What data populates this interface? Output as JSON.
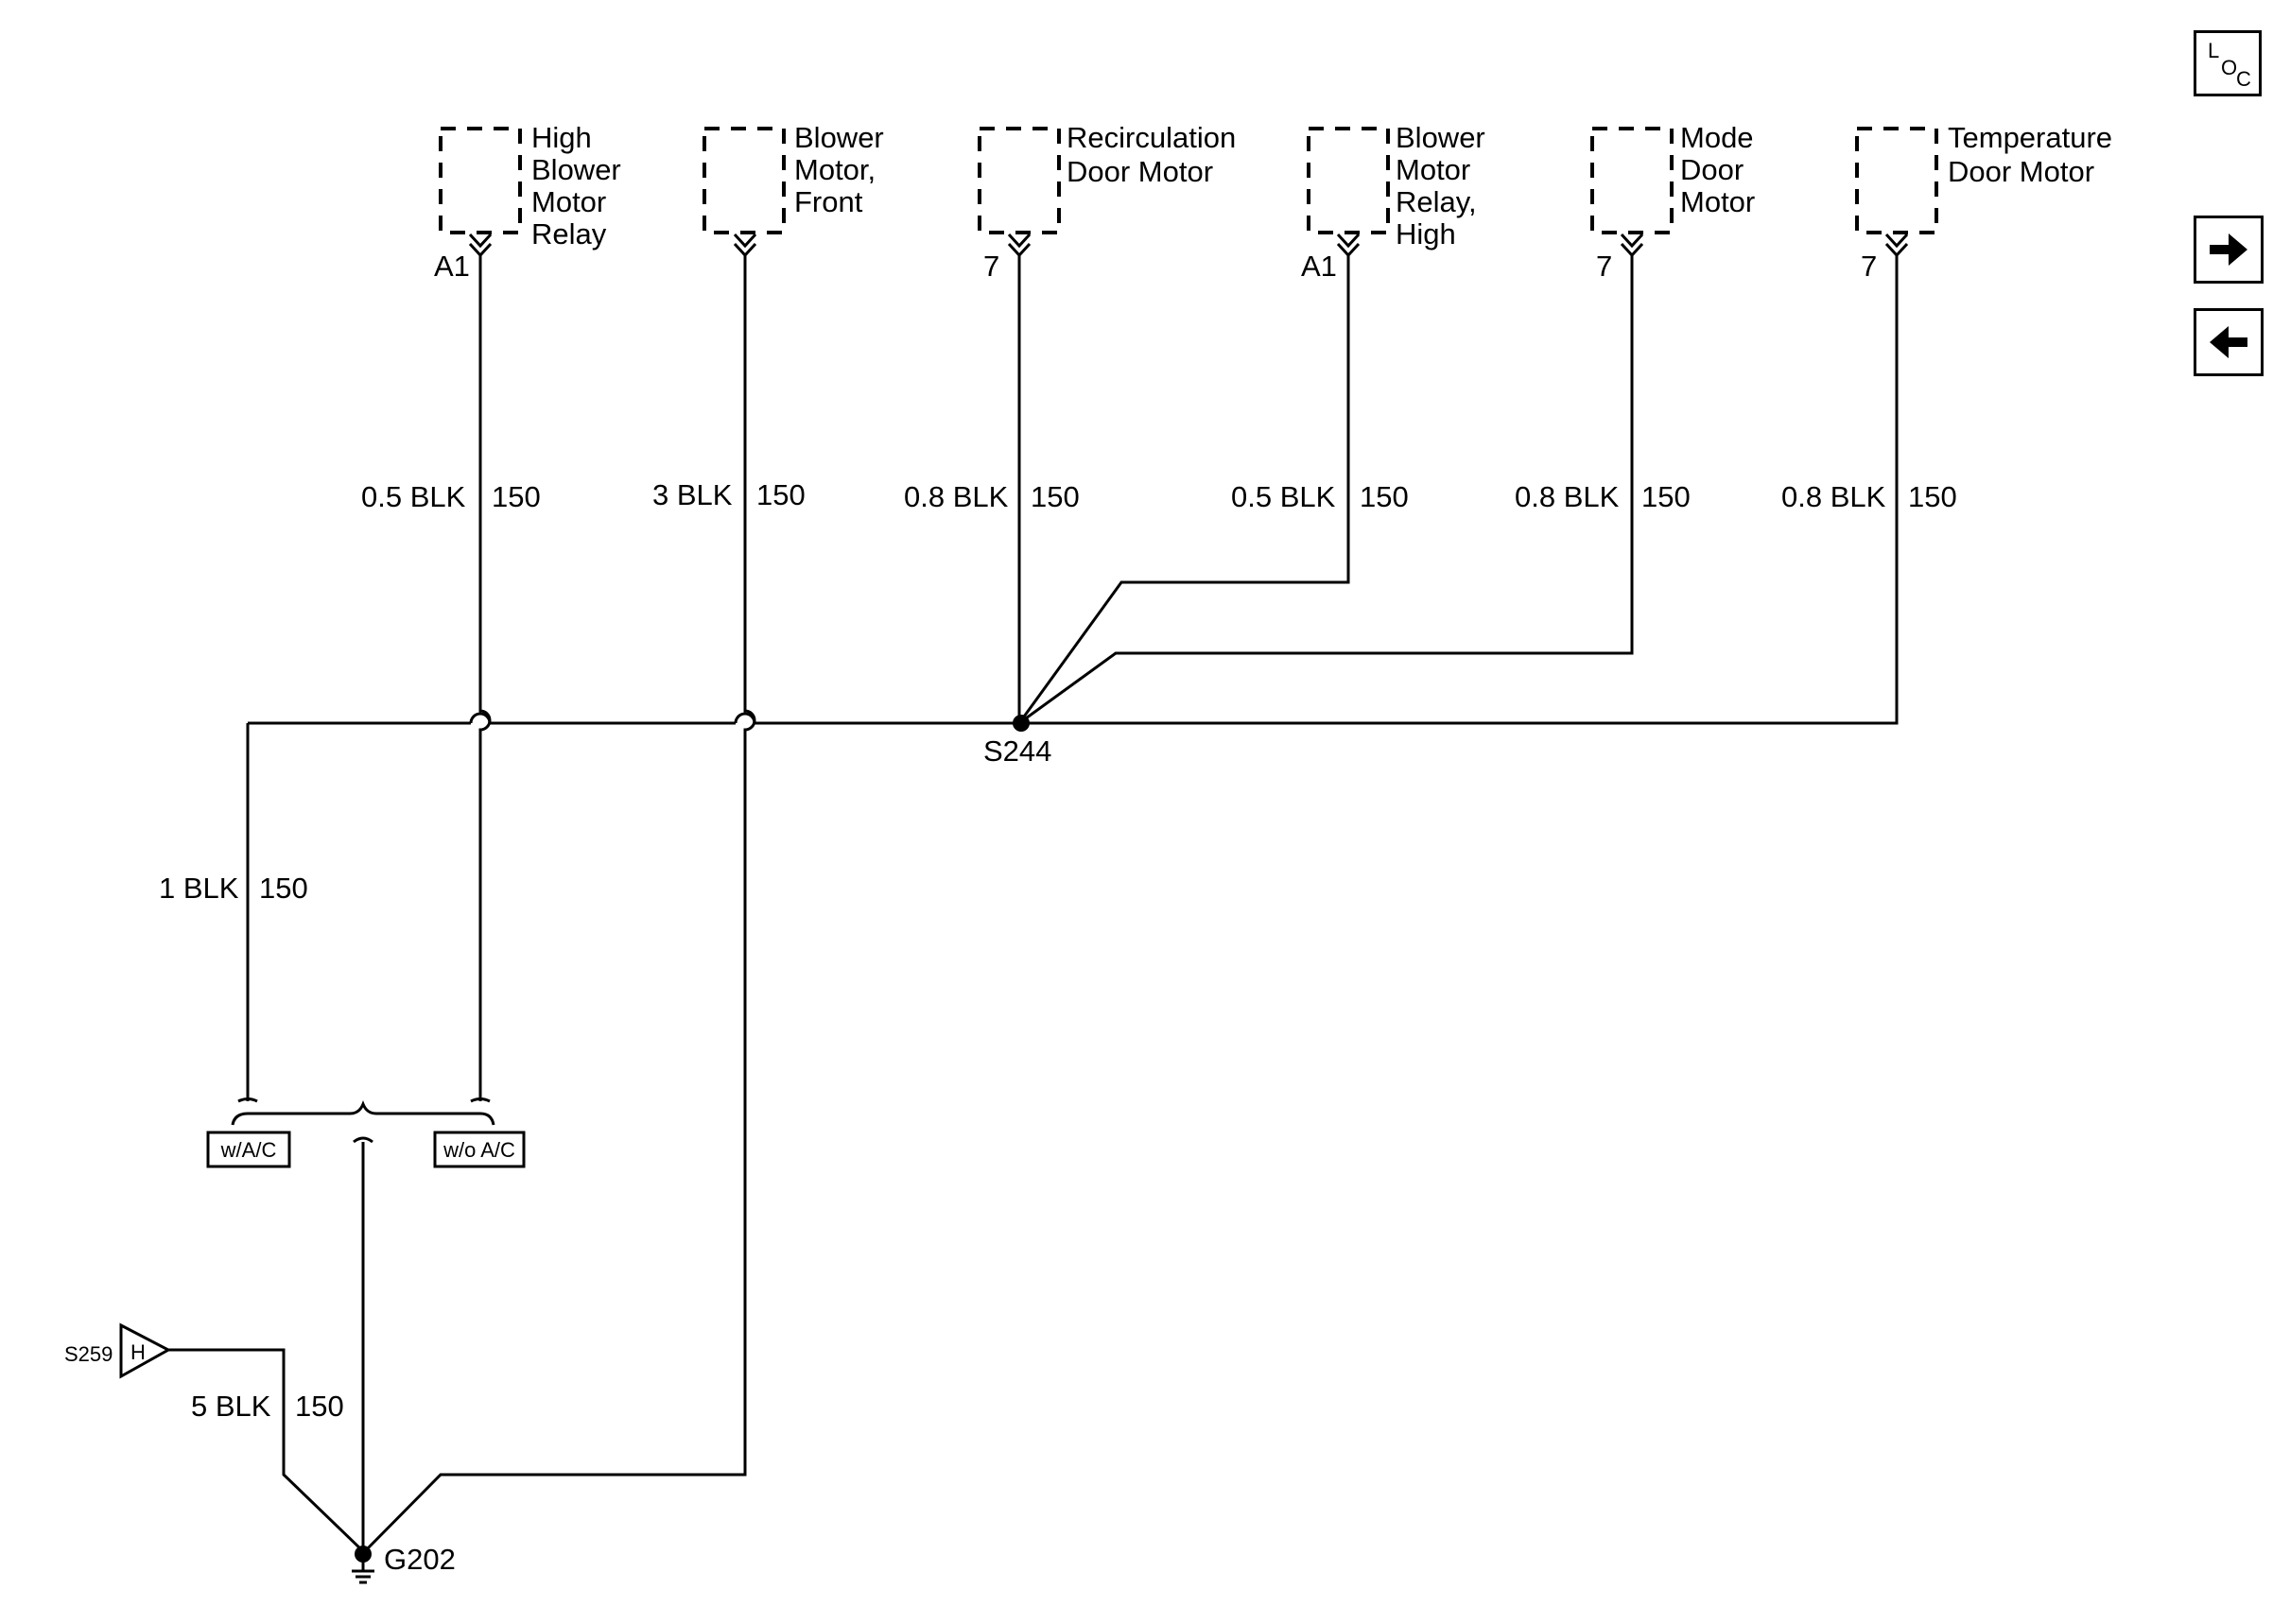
{
  "components": [
    {
      "id": "high-blower-motor-relay",
      "label_lines": [
        "High",
        "Blower",
        "Motor",
        "Relay"
      ],
      "pin": "A1"
    },
    {
      "id": "blower-motor-front",
      "label_lines": [
        "Blower",
        "Motor,",
        "Front"
      ],
      "pin": ""
    },
    {
      "id": "recirculation-door-motor",
      "label_lines": [
        "Recirculation",
        "Door Motor"
      ],
      "pin": "7"
    },
    {
      "id": "blower-motor-relay-high",
      "label_lines": [
        "Blower",
        "Motor",
        "Relay,",
        "High"
      ],
      "pin": "A1"
    },
    {
      "id": "mode-door-motor",
      "label_lines": [
        "Mode",
        "Door",
        "Motor"
      ],
      "pin": "7"
    },
    {
      "id": "temperature-door-motor",
      "label_lines": [
        "Temperature",
        "Door Motor"
      ],
      "pin": "7"
    }
  ],
  "wires": [
    {
      "gauge_color": "0.5 BLK",
      "circuit": "150"
    },
    {
      "gauge_color": "3 BLK",
      "circuit": "150"
    },
    {
      "gauge_color": "0.8 BLK",
      "circuit": "150"
    },
    {
      "gauge_color": "0.5 BLK",
      "circuit": "150"
    },
    {
      "gauge_color": "0.8 BLK",
      "circuit": "150"
    },
    {
      "gauge_color": "0.8 BLK",
      "circuit": "150"
    }
  ],
  "splice": "S244",
  "left_wire": {
    "gauge_color": "1 BLK",
    "circuit": "150"
  },
  "option_labels": [
    "w/A/C",
    "w/o A/C"
  ],
  "splice_ref": {
    "name": "S259",
    "letter": "H"
  },
  "bottom_wire": {
    "gauge_color": "5 BLK",
    "circuit": "150"
  },
  "ground": "G202",
  "loc_button": {
    "chars": [
      "L",
      "O",
      "C"
    ]
  },
  "nav": {
    "next": "next-arrow-icon",
    "prev": "prev-arrow-icon"
  }
}
